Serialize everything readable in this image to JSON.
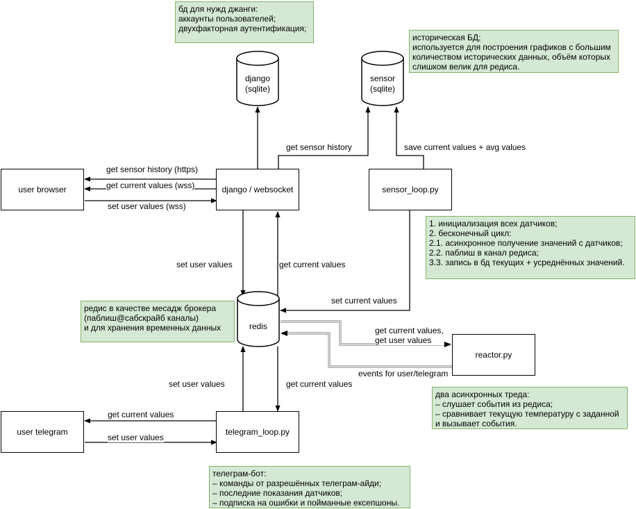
{
  "nodes": {
    "user_browser": "user browser",
    "django": "django / websocket",
    "sensor_loop": "sensor_loop.py",
    "reactor": "reactor.py",
    "user_telegram": "user telegram",
    "telegram_loop": "telegram_loop.py",
    "db_django": "django\n(sqlite)",
    "db_sensor": "sensor\n(sqlite)",
    "redis": "redis"
  },
  "edges": {
    "get_sensor_history_https": "get sensor history (https)",
    "get_current_values_wss": "get current values (wss)",
    "set_user_values_wss": "set user values (wss)",
    "get_sensor_history": "get sensor history",
    "save_current_avg": "save current values + avg values",
    "set_user_values_django": "set user values",
    "get_current_values_django": "get current values",
    "set_current_values_sensor": "set current values",
    "reactor_get": "get current values,\nget user values",
    "events_user_telegram": "events for user/telegram",
    "set_user_values_tg": "set user values",
    "get_current_values_tg": "get current values",
    "tg_get_current_values": "get current values",
    "tg_set_user_values": "set user values"
  },
  "notes": {
    "django_db": "бд для нужд джанги:\nаккаунты пользователей;\nдвухфакторная аутентификация;",
    "sensor_db": "историческая БД;\nиспользуется для построения графиков с большим\nколичеством исторических данных, объём которых\nслишком велик для редиса.",
    "sensor_loop": "1. инициализация всех датчиков;\n2. бесконечный цикл:\n2.1. асинхронное получение значений с датчиков;\n2.2. паблиш в канал редиса;\n3.3. запись в бд текущих + усреднённых значений.",
    "redis": "редис в качестве месадж брокера\n(паблиш@сабскрайб каналы)\nи для хранения временных данных",
    "reactor": "два асинхронных треда:\n– слушает события из редиса;\n– сравнивает текущую температуру с заданной\nи вызывает события.",
    "telegram": "телеграм-бот:\n– команды от разрешённых телеграм-айди;\n– последние показания датчиков;\n– подписка на ошибки и пойманные ексепшоны."
  }
}
